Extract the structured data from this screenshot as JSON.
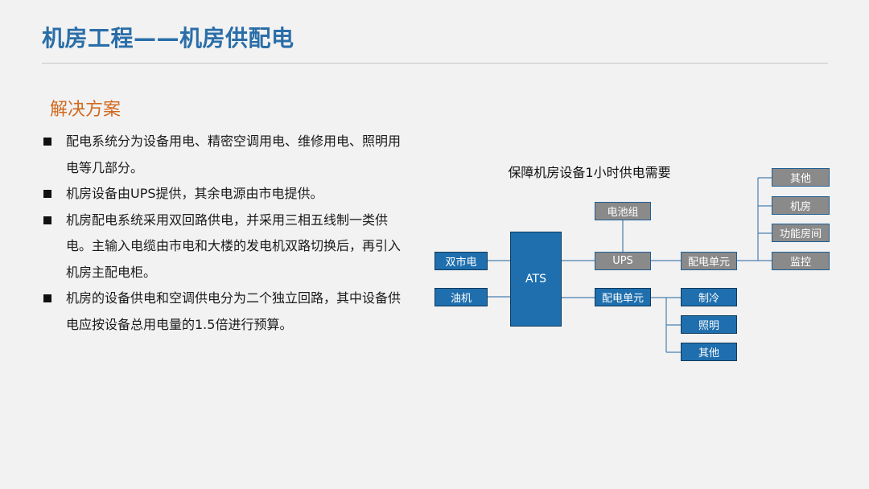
{
  "title": "机房工程——机房供配电",
  "section": "解决方案",
  "bullets": [
    "配电系统分为设备用电、精密空调用电、维修用电、照明用电等几部分。",
    "机房设备由UPS提供，其余电源由市电提供。",
    "机房配电系统采用双回路供电，并采用三相五线制一类供电。主输入电缆由市电和大楼的发电机双路切换后，再引入机房主配电柜。",
    "机房的设备供电和空调供电分为二个独立回路，其中设备供电应按设备总用电量的1.5倍进行预算。"
  ],
  "diagram": {
    "title": "保障机房设备1小时供电需要",
    "nodes": {
      "city_power": "双市电",
      "generator": "油机",
      "ats": "ATS",
      "battery": "电池组",
      "ups": "UPS",
      "dist_unit_1": "配电单元",
      "dist_unit_2": "配电单元",
      "other_1": "其他",
      "server_room": "机房",
      "function_room": "功能房间",
      "monitoring": "监控",
      "cooling": "制冷",
      "lighting": "照明",
      "other_2": "其他"
    },
    "colors": {
      "blue_fill": "#1f6fae",
      "gray_fill": "#8a8a8a",
      "title": "#2a6ea8",
      "section": "#d2691e"
    }
  }
}
